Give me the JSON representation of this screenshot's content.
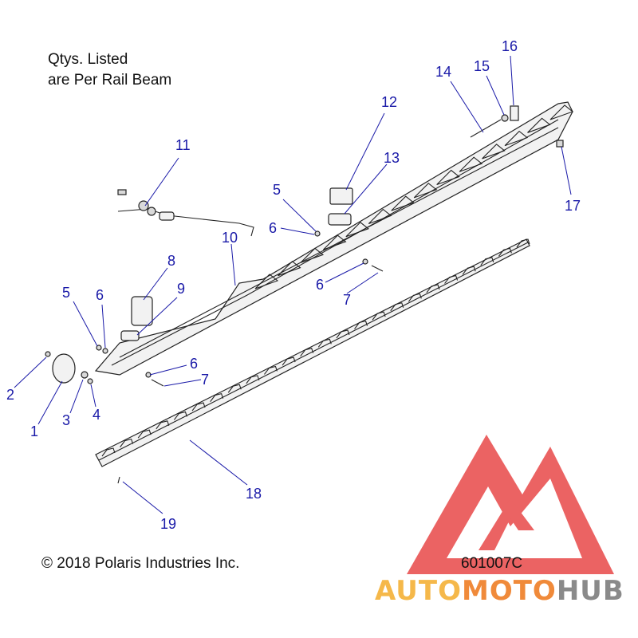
{
  "notes": {
    "qty_line1": "Qtys. Listed",
    "qty_line2": "are Per Rail Beam",
    "copyright": "© 2018 Polaris Industries Inc.",
    "diagram_code": "601007C"
  },
  "watermark": {
    "word_auto": "AUTO",
    "word_moto": "MOTO",
    "word_hub": "HUB",
    "color_auto": "#f5b84a",
    "color_moto": "#f08a3a",
    "color_hub": "#8a8a8a",
    "logo_color": "#e84848"
  },
  "callouts": {
    "c1": "1",
    "c2": "2",
    "c3": "3",
    "c4": "4",
    "c5a": "5",
    "c5b": "5",
    "c6a": "6",
    "c6b": "6",
    "c6c": "6",
    "c6d": "6",
    "c7a": "7",
    "c7b": "7",
    "c8": "8",
    "c9": "9",
    "c10": "10",
    "c11": "11",
    "c12": "12",
    "c13": "13",
    "c14": "14",
    "c15": "15",
    "c16": "16",
    "c17": "17",
    "c18": "18",
    "c19": "19"
  }
}
